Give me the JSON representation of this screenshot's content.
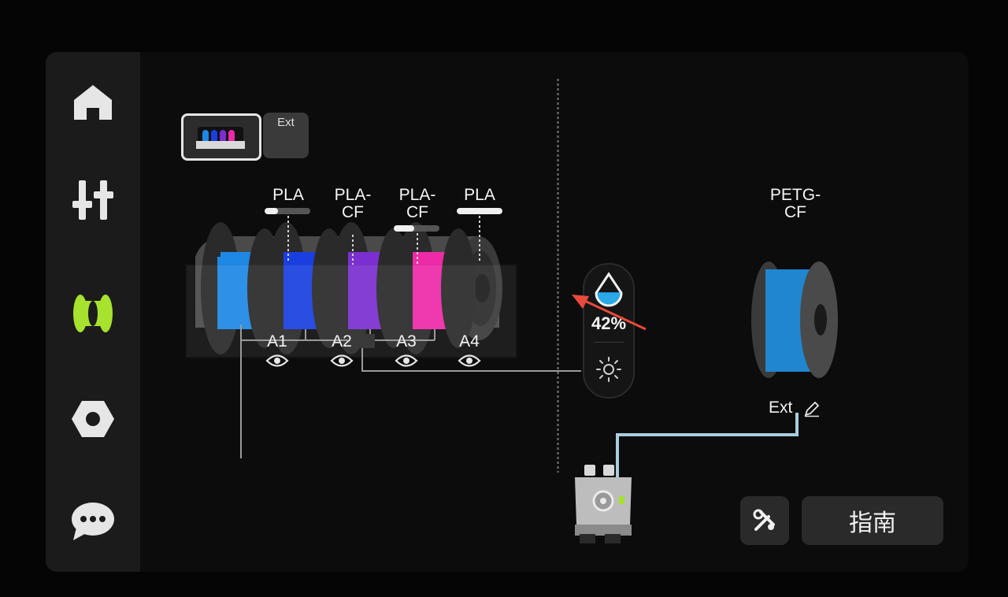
{
  "sidebar": {
    "items": [
      {
        "name": "home",
        "icon": "home-icon"
      },
      {
        "name": "controls",
        "icon": "sliders-icon"
      },
      {
        "name": "filament",
        "icon": "filament-spool-icon",
        "active": true
      },
      {
        "name": "settings",
        "icon": "hex-nut-icon"
      },
      {
        "name": "messages",
        "icon": "chat-bubble-icon"
      }
    ],
    "active_color": "#a6e22e"
  },
  "tabs": {
    "ams_icon": "ams-spools-icon",
    "ext_label": "Ext"
  },
  "ams": {
    "slots": [
      {
        "id": "A1",
        "material": "PLA",
        "color": "#1e88e5",
        "remaining": 0.3
      },
      {
        "id": "A2",
        "material": "PLA-\nCF",
        "color": "#1a3fe0",
        "remaining": null
      },
      {
        "id": "A3",
        "material": "PLA-\nCF",
        "color": "#7b2fd0",
        "remaining": 0.45
      },
      {
        "id": "A4",
        "material": "PLA",
        "color": "#ee2aa8",
        "remaining": 1.0
      }
    ],
    "humidity": {
      "value": "42%",
      "level": 0.42,
      "drop_color": "#2aa8e8"
    }
  },
  "external": {
    "material": "PETG-\nCF",
    "label": "Ext",
    "color": "#1f86cf",
    "edit_icon": "pencil-icon"
  },
  "buttons": {
    "tools_icon": "tools-icon",
    "guide_label": "指南"
  }
}
